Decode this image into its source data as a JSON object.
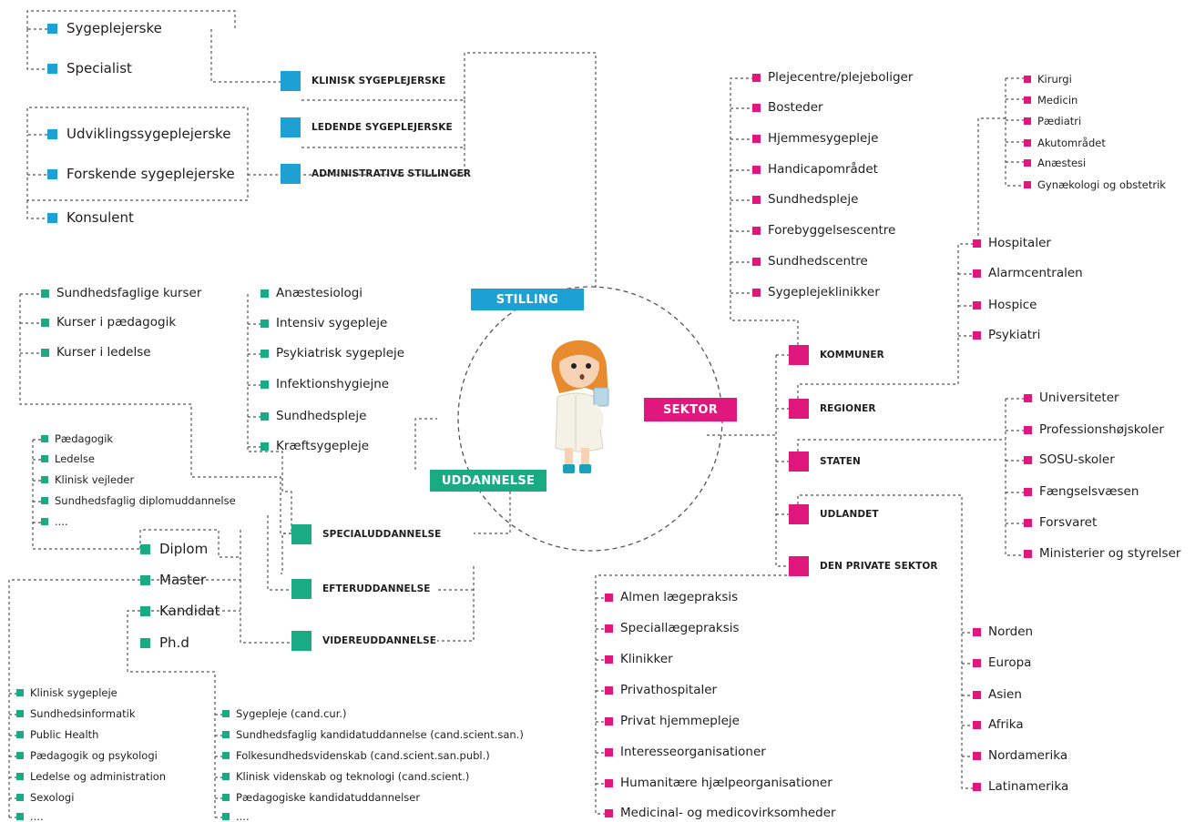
{
  "colors": {
    "blue": "#1da1d4",
    "green": "#1bab84",
    "magenta": "#e0177d",
    "line": "#555555"
  },
  "center": {
    "label_stilling": "STILLING",
    "label_uddannelse": "UDDANNELSE",
    "label_sektor": "SEKTOR",
    "figure": "nurse-illustration"
  },
  "stilling": {
    "roles": [
      "KLINISK SYGEPLEJERSKE",
      "LEDENDE SYGEPLEJERSKE",
      "ADMINISTRATIVE STILLINGER"
    ],
    "klinisk": [
      "Sygeplejerske",
      "Specialist"
    ],
    "administrative": [
      "Udviklingssygeplejerske",
      "Forskende sygeplejerske",
      "Konsulent"
    ]
  },
  "uddannelse": {
    "types": [
      "SPECIALUDDANNELSE",
      "EFTERUDDANNELSE",
      "VIDEREUDDANNELSE"
    ],
    "kurser": [
      "Sundhedsfaglige kurser",
      "Kurser i pædagogik",
      "Kurser i ledelse"
    ],
    "special": [
      "Anæstesiologi",
      "Intensiv sygepleje",
      "Psykiatrisk sygepleje",
      "Infektionshygiejne",
      "Sundhedspleje",
      "Kræftsygepleje"
    ],
    "degrees": [
      "Diplom",
      "Master",
      "Kandidat",
      "Ph.d"
    ],
    "diplom": [
      "Pædagogik",
      "Ledelse",
      "Klinisk vejleder",
      "Sundhedsfaglig diplomuddannelse",
      "...."
    ],
    "master": [
      "Klinisk sygepleje",
      "Sundhedsinformatik",
      "Public Health",
      "Pædagogik og psykologi",
      "Ledelse og administration",
      "Sexologi",
      "...."
    ],
    "kandidat": [
      "Sygepleje (cand.cur.)",
      "Sundhedsfaglig kandidatuddannelse (cand.scient.san.)",
      "Folkesundhedsvidenskab (cand.scient.san.publ.)",
      "Klinisk videnskab og teknologi (cand.scient.)",
      "Pædagogiske kandidatuddannelser",
      "...."
    ]
  },
  "sektor": {
    "types": [
      "KOMMUNER",
      "REGIONER",
      "STATEN",
      "UDLANDET",
      "DEN PRIVATE SEKTOR"
    ],
    "kommuner": [
      "Plejecentre/plejeboliger",
      "Bosteder",
      "Hjemmesygepleje",
      "Handicapområdet",
      "Sundhedspleje",
      "Forebyggelsescentre",
      "Sundhedscentre",
      "Sygeplejeklinikker"
    ],
    "regioner": [
      "Hospitaler",
      "Alarmcentralen",
      "Hospice",
      "Psykiatri"
    ],
    "hospitaler": [
      "Kirurgi",
      "Medicin",
      "Pædiatri",
      "Akutområdet",
      "Anæstesi",
      "Gynækologi og obstetrik"
    ],
    "staten": [
      "Universiteter",
      "Professionshøjskoler",
      "SOSU-skoler",
      "Fængselsvæsen",
      "Forsvaret",
      "Ministerier og styrelser"
    ],
    "udlandet": [
      "Norden",
      "Europa",
      "Asien",
      "Afrika",
      "Nordamerika",
      "Latinamerika"
    ],
    "privat": [
      "Almen lægepraksis",
      "Speciallægepraksis",
      "Klinikker",
      "Privathospitaler",
      "Privat hjemmepleje",
      "Interesseorganisationer",
      "Humanitære hjælpeorganisationer",
      "Medicinal- og medicovirksomheder"
    ]
  }
}
